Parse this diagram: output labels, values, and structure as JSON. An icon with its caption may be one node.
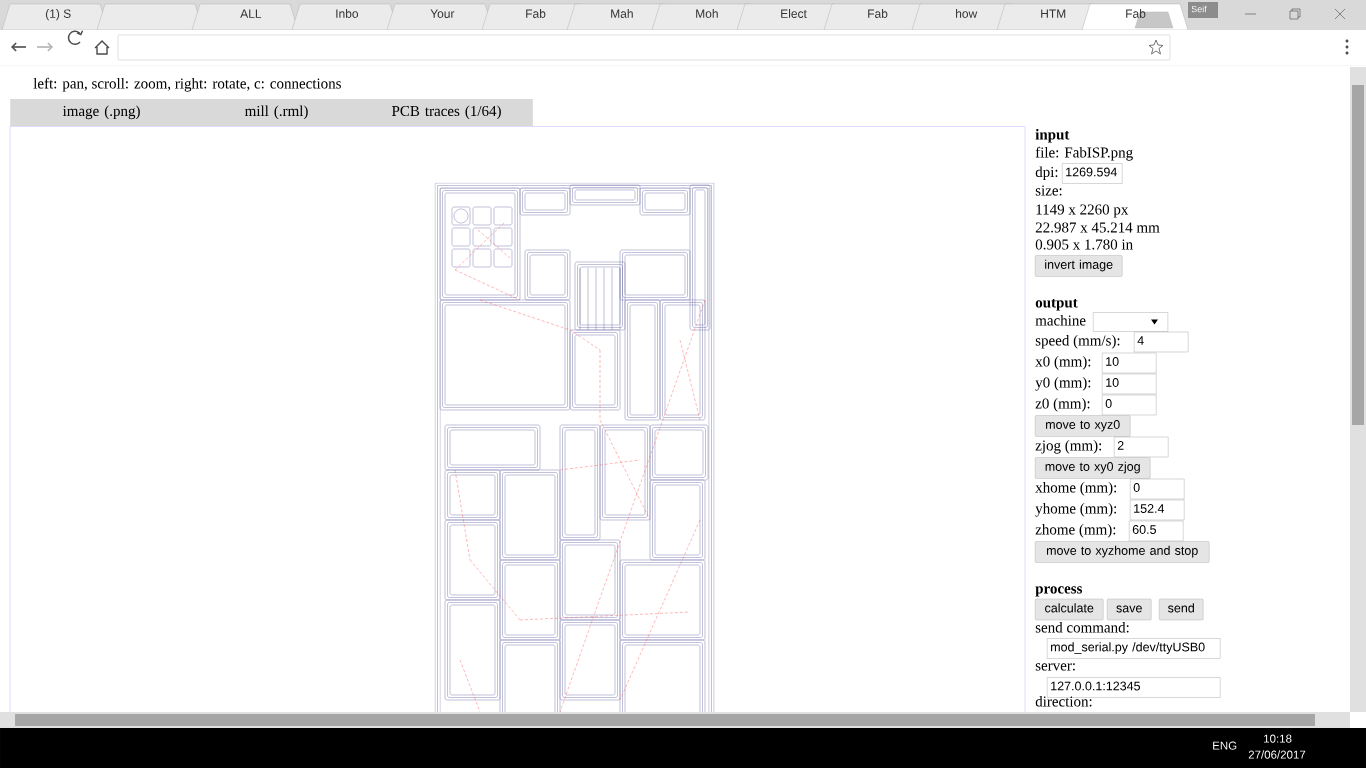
{
  "diagram": {
    "nodes": [
      {
        "text": [
          "image (.png)"
        ]
      },
      {
        "text": [
          "mill (.rml)"
        ]
      },
      {
        "text": [
          "PCB traces (1/64)"
        ]
      },
      {
        "text": [
          "1269.594"
        ]
      },
      {
        "text": [
          "invert image"
        ]
      },
      {
        "text": [],
        "shape": "box"
      },
      {
        "text": [
          "4"
        ]
      },
      {
        "text": [
          "10"
        ]
      },
      {
        "text": [
          "10"
        ]
      },
      {
        "text": [
          "0"
        ]
      },
      {
        "text": [
          "move to xyz0"
        ]
      },
      {
        "text": [
          "2"
        ]
      },
      {
        "text": [
          "move to xy0 zjog"
        ]
      },
      {
        "text": [
          "0"
        ]
      },
      {
        "text": [
          "152.4"
        ]
      },
      {
        "text": [
          "60.5"
        ]
      },
      {
        "text": [
          "move to xyzhome and stop"
        ]
      },
      {
        "text": [
          "calculate"
        ]
      },
      {
        "text": [
          "save"
        ]
      },
      {
        "text": [
          "send"
        ]
      },
      {
        "text": [
          "mod_serial.py /dev/ttyUSB0"
        ]
      },
      {
        "text": [
          "127.0.0.1:12345"
        ]
      }
    ],
    "labels": [
      "left: pan, scroll: zoom, right: rotate, c: connections",
      "input",
      "file: FabISP.png",
      "dpi:",
      "size:",
      "1149 x 2260 px",
      "22.987 x 45.214 mm",
      "0.905 x 1.780 in",
      "output",
      "machine",
      "speed (mm/s):",
      "x0 (mm):",
      "y0 (mm):",
      "z0 (mm):",
      "zjog (mm):",
      "xhome (mm):",
      "yhome (mm):",
      "zhome (mm):",
      "process",
      "send command:",
      "server:",
      "direction:",
      "(1) S",
      "ALL",
      "Inbo",
      "Your",
      "Fab",
      "Mah",
      "Moh",
      "Elect",
      "Fab",
      "how",
      "HTM",
      "Fab",
      "Seif",
      "ENG",
      "10:18",
      "27/06/2017"
    ]
  }
}
